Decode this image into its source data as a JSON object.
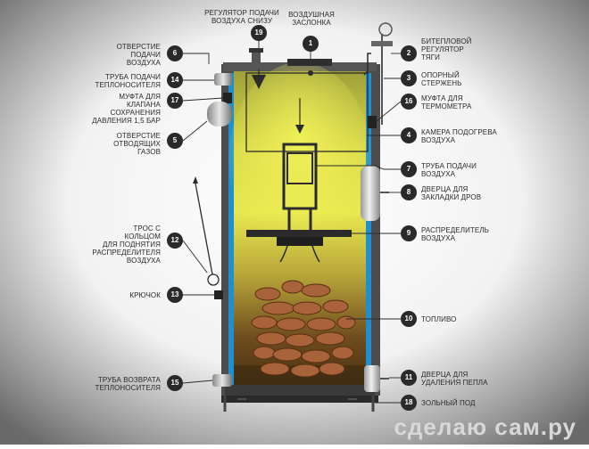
{
  "labels": {
    "l1": "Воздушная\nзаслонка",
    "l2": "Битепловой\nрегулятор\nтяги",
    "l3": "Опорный\nстержень",
    "l4": "Камера подогрева\nвоздуха",
    "l5": "Отверстие\nотводящих\nгазов",
    "l6": "Отверстие\nподачи\nвоздуха",
    "l7": "Труба подачи\nвоздуха",
    "l8": "Дверца для\nзакладки дров",
    "l9": "Распределитель\nвоздуха",
    "l10": "Топливо",
    "l11": "Дверца для\nудаления пепла",
    "l12": "Трос с\nкольцом\nдля поднятия\nраспределителя\nвоздуха",
    "l13": "Крючок",
    "l14": "Труба подачи\nтеплоносителя",
    "l15": "Труба возврата\nтеплоносителя",
    "l16": "Муфта для\nтермометра",
    "l17": "Муфта для\nклапана\nсохранения\nдавления 1,5 бар",
    "l18": "Зольный под",
    "l19": "Регулятор подачи\nвоздуха снизу"
  },
  "numbers": {
    "n1": "1",
    "n2": "2",
    "n3": "3",
    "n4": "4",
    "n5": "5",
    "n6": "6",
    "n7": "7",
    "n8": "8",
    "n9": "9",
    "n10": "10",
    "n11": "11",
    "n12": "12",
    "n13": "13",
    "n14": "14",
    "n15": "15",
    "n16": "16",
    "n17": "17",
    "n18": "18",
    "n19": "19"
  },
  "watermark": "сделаю сам.ру",
  "colors": {
    "chamber_top": "#c8c84a",
    "chamber_glow": "#e6e64a",
    "chamber_bottom": "#6a4a1a",
    "wall_blue": "#1f8fd0",
    "body_dark": "#4a4a4a",
    "wood": "#a8633a"
  }
}
